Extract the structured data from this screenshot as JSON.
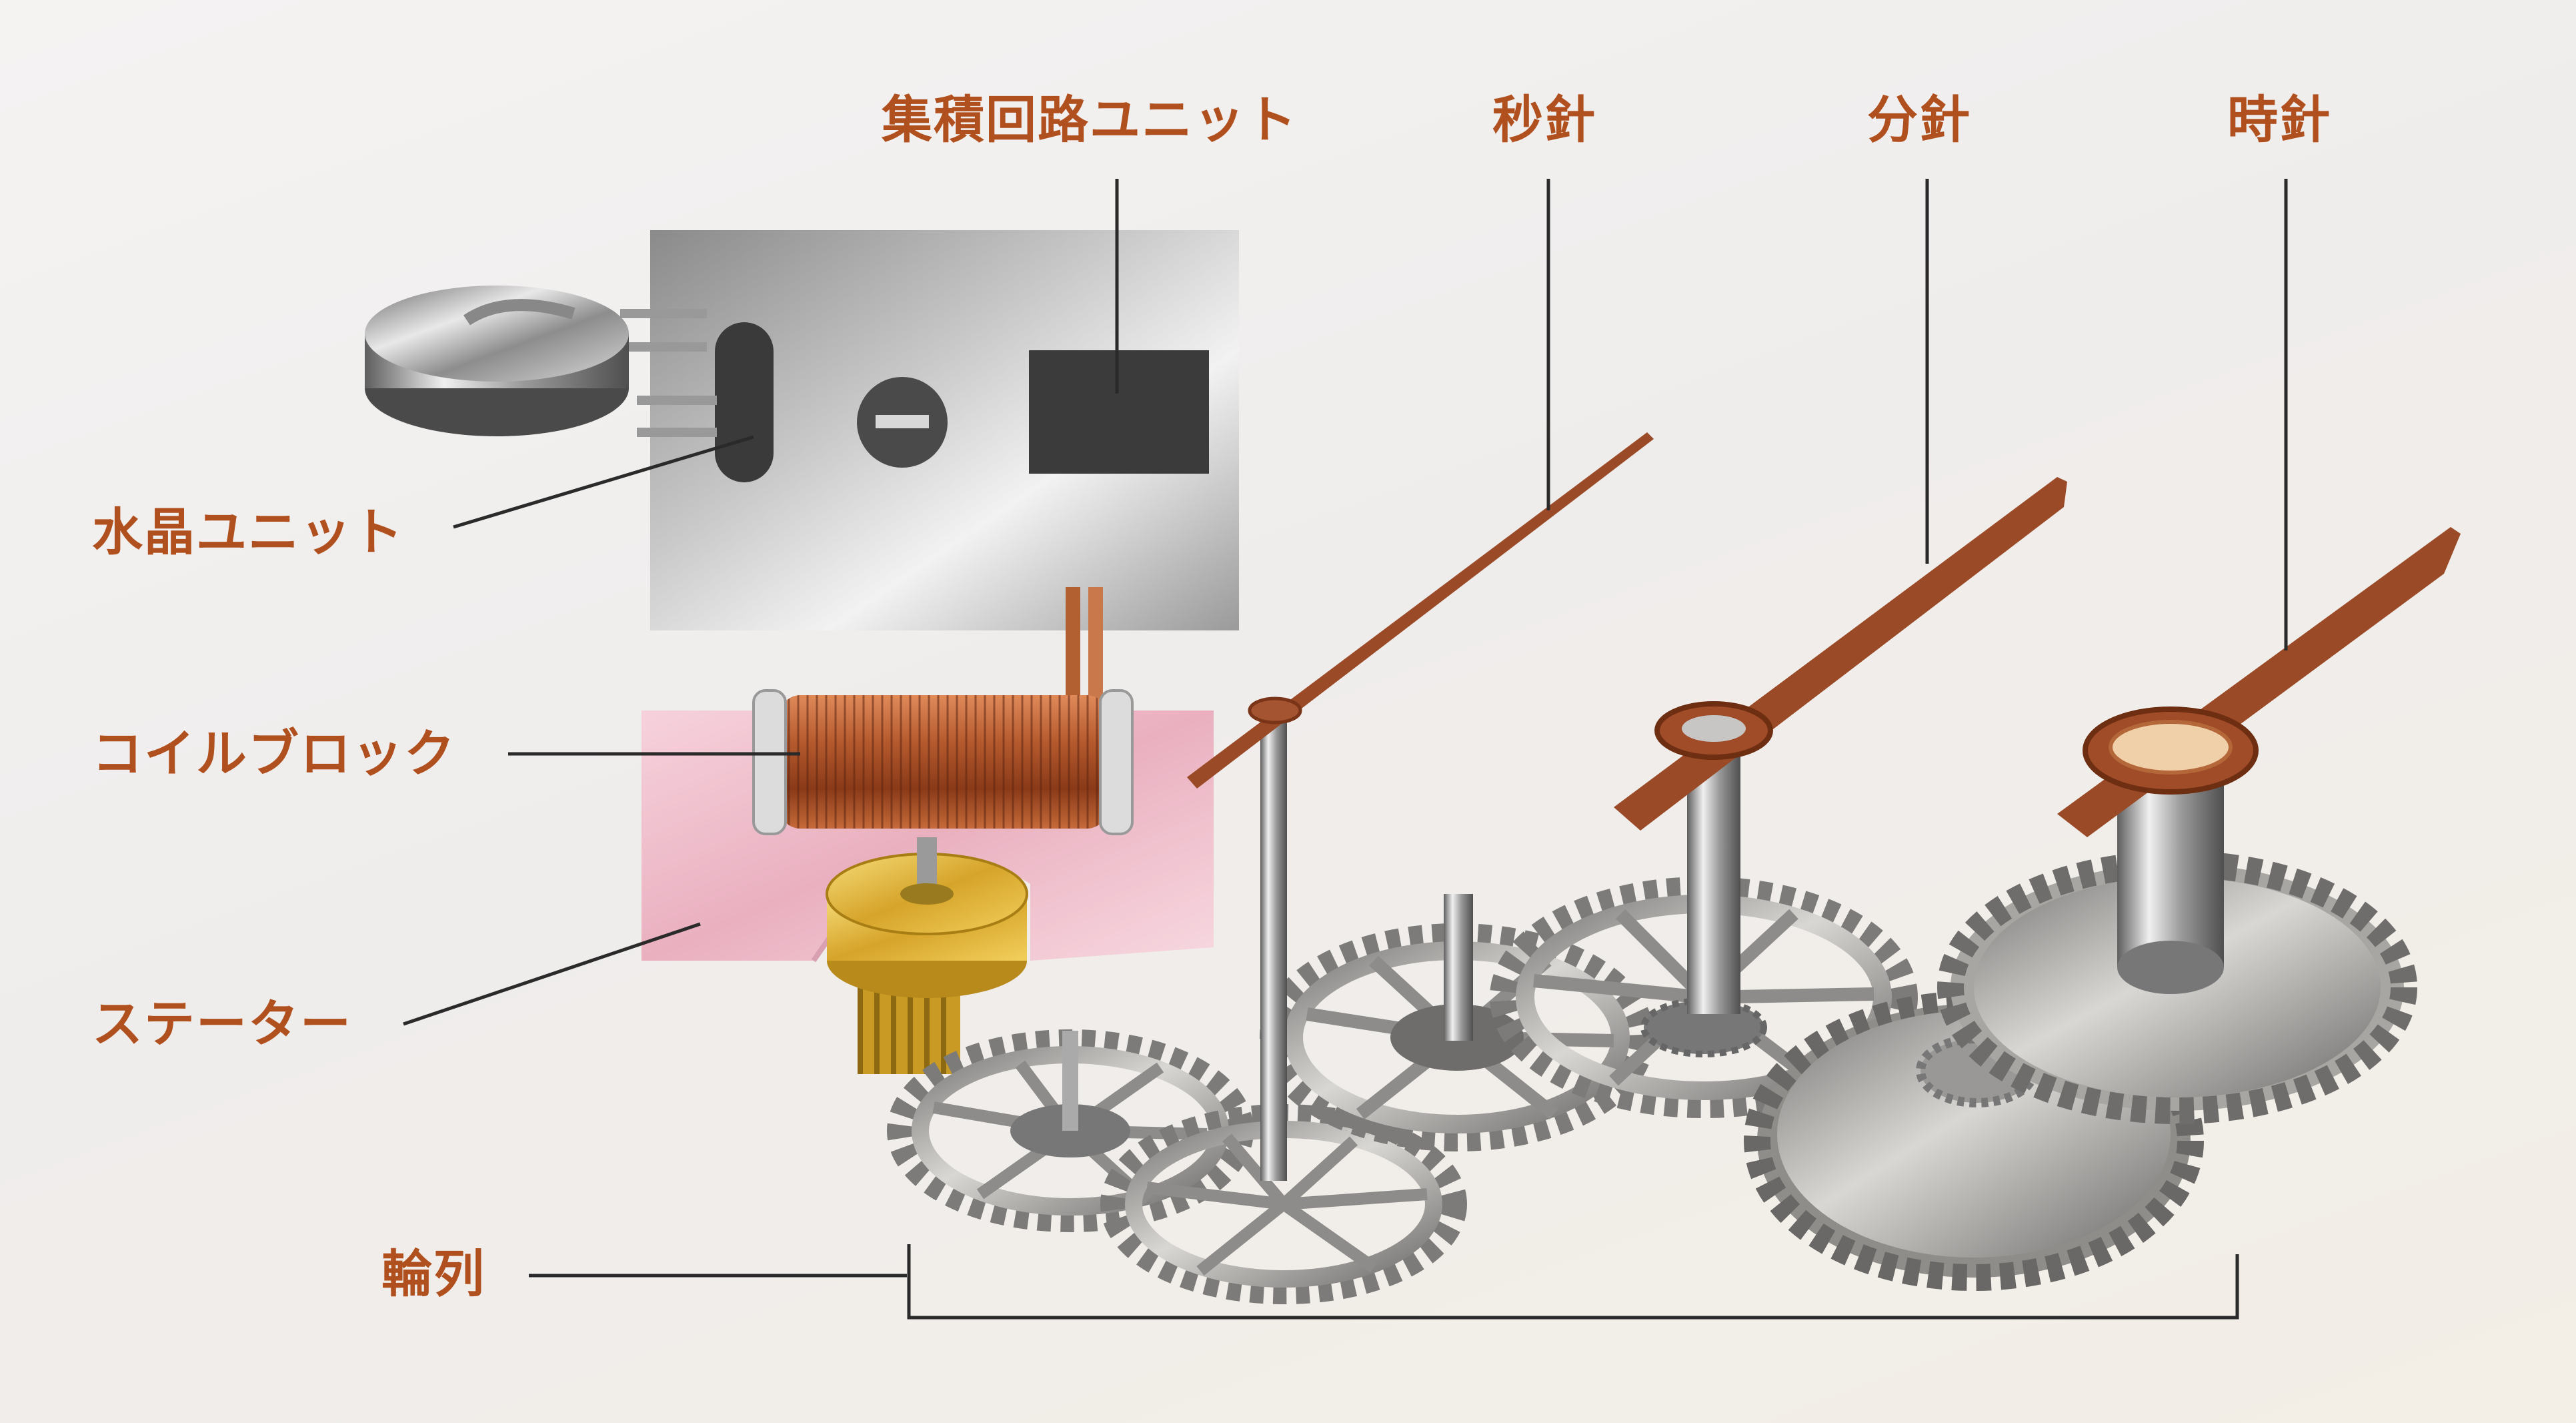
{
  "labels": {
    "ic_unit": "集積回路ユニット",
    "second_hand": "秒針",
    "minute_hand": "分針",
    "hour_hand": "時針",
    "crystal_unit": "水晶ユニット",
    "coil_block": "コイルブロック",
    "stator": "ステーター",
    "gear_train": "輪列"
  },
  "colors": {
    "label": "#b0501f",
    "leader_line": "#2a2a2a",
    "copper_coil": "#a9502a",
    "hand": "#9a4a26",
    "stator_pink": "#efb8c8",
    "rotor_gold": "#d8a82c",
    "metal": "#9c9a98"
  }
}
